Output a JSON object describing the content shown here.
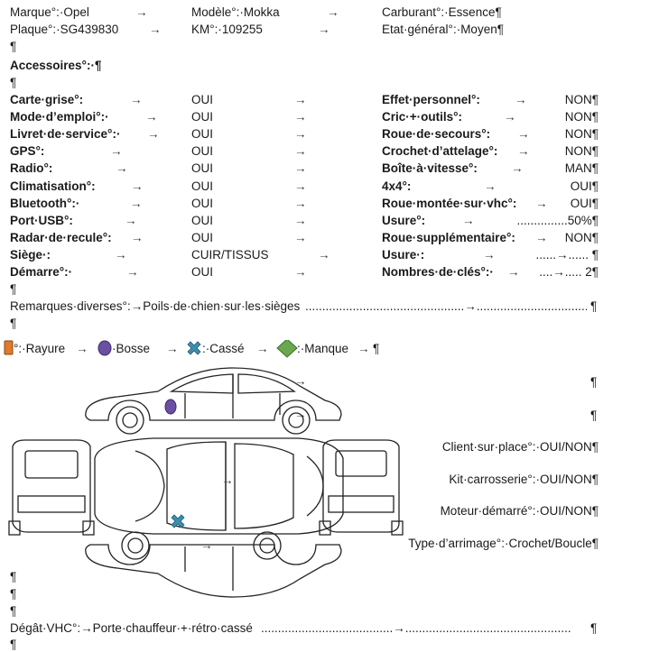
{
  "vehicle": {
    "marque": "Marque°:·Opel",
    "modele": "Modèle°:·Mokka",
    "carburant": "Carburant°:·Essence¶",
    "plaque": "Plaque°:·SG439830",
    "km": "KM°:·109255",
    "etat": "Etat·général°:·Moyen¶"
  },
  "arrow": "→",
  "pilcrow": "¶",
  "accessories_title": "Accessoires°:·¶",
  "left_rows": [
    {
      "label": "Carte·grise°:",
      "value": "OUI"
    },
    {
      "label": "Mode·d’emploi°:·",
      "value": "OUI"
    },
    {
      "label": "Livret·de·service°:·",
      "value": "OUI"
    },
    {
      "label": "GPS°:",
      "value": "OUI"
    },
    {
      "label": "Radio°:",
      "value": "OUI"
    },
    {
      "label": "Climatisation°:",
      "value": "OUI"
    },
    {
      "label": "Bluetooth°:·",
      "value": "OUI"
    },
    {
      "label": "Port·USB°:",
      "value": "OUI"
    },
    {
      "label": "Radar·de·recule°:",
      "value": "OUI"
    },
    {
      "label": "Siège·:",
      "value": "CUIR/TISSUS"
    },
    {
      "label": "Démarre°:·",
      "value": "OUI"
    }
  ],
  "right_rows": [
    {
      "label": "Effet·personnel°:",
      "value": "NON¶"
    },
    {
      "label": "Cric·+·outils°:",
      "value": "NON¶"
    },
    {
      "label": "Roue·de·secours°:",
      "value": "NON¶"
    },
    {
      "label": "Crochet·d’attelage°:",
      "value": "NON¶"
    },
    {
      "label": "Boîte·à·vitesse°:",
      "value": "MAN¶"
    },
    {
      "label": "4x4°:",
      "value": "OUI¶"
    },
    {
      "label": "Roue·montée·sur·vhc°:",
      "value": "OUI¶"
    },
    {
      "label": "Usure°:",
      "value": "...............50%¶"
    },
    {
      "label": "Roue·supplémentaire°:",
      "value": "NON¶"
    },
    {
      "label": "Usure·:",
      "value": "......→...... ¶"
    },
    {
      "label": "Nombres·de·clés°:·",
      "value": "....→..... 2¶"
    }
  ],
  "remarks": {
    "label": "Remarques·diverses°:→Poils·de·chien·sur·les·sièges",
    "dots": "...............................................→.........................................",
    "end": "¶"
  },
  "legend": [
    {
      "icon": "rayure-icon",
      "label": "°:·Rayure",
      "color": "#e07b2a"
    },
    {
      "icon": "bosse-icon",
      "label": "·Bosse",
      "color": "#6a4fa3"
    },
    {
      "icon": "casse-icon",
      "label": ":·Cassé",
      "color": "#3b8fb0"
    },
    {
      "icon": "manque-icon",
      "label": ":·Manque",
      "color": "#6aa84f"
    }
  ],
  "checks": [
    {
      "label": "Client·sur·place°:·OUI/NON¶"
    },
    {
      "label": "Kit·carrosserie°:·OUI/NON¶"
    },
    {
      "label": "Moteur·démarré°:·OUI/NON¶"
    },
    {
      "label": "Type·d’arrimage°:·Crochet/Boucle¶"
    }
  ],
  "damage": {
    "label": "Dégât·VHC°:→Porte·chauffeur·+·rétro·cassé",
    "dots": ".......................................→.................................................",
    "end": "¶"
  }
}
